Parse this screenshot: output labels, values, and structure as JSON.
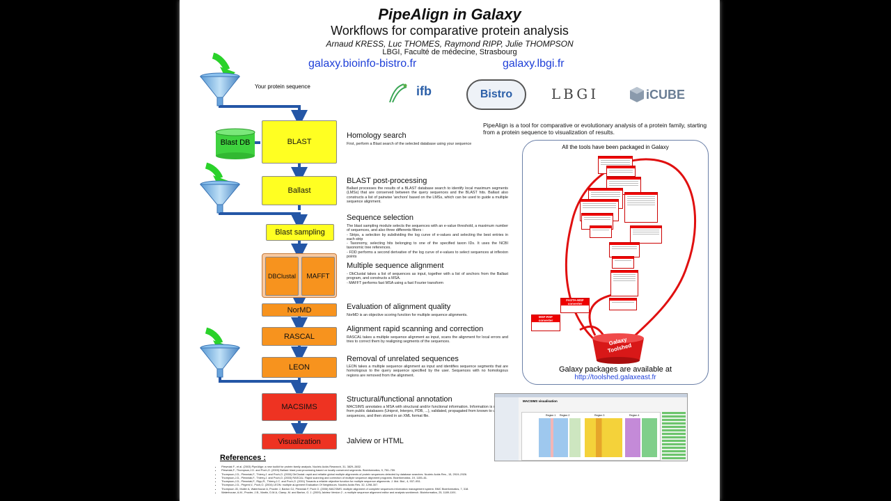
{
  "title": "PipeAlign in Galaxy",
  "subtitle": "Workflows for comparative protein analysis",
  "authors": "Arnaud KRESS, Luc THOMES, Raymond RIPP, Julie THOMPSON",
  "affiliation": "LBGI, Faculté de médecine, Strasbourg",
  "urls": [
    "galaxy.bioinfo-bistro.fr",
    "galaxy.lbgi.fr"
  ],
  "logos": [
    "ifb",
    "Bistro",
    "LBGI",
    "iCUBE"
  ],
  "input_label": "Your protein sequence",
  "intro": "PipeAlign is a tool for comparative or evolutionary analysis of a protein family, starting from a protein sequence to visualization of results.",
  "galaxy_panel": {
    "title": "All the tools have been packaged in Galaxy",
    "footer": "Galaxy packages are available at",
    "link": "http://toolshed.galaxeast.fr",
    "converters": [
      "FASTA-MSF converter",
      "MSF-RSF converter"
    ],
    "toolshed": "Galaxy Toolshed"
  },
  "db_label": "Blast DB",
  "steps": [
    {
      "box": "BLAST",
      "heading": "Homology search",
      "text": "First, perform a Blast search of the selected database using your sequence"
    },
    {
      "box": "Ballast",
      "heading": "BLAST post-processing",
      "text": "Ballast processes the results of a BLAST database search to identify local maximum segments (LMSs) that are conserved between the query sequences and the BLAST hits. Ballast also constructs a list of pairwise 'anchors' based on the LMSs, which can be used to guide a multiple sequence alignment."
    },
    {
      "box": "Blast sampling",
      "heading": "Sequence selection",
      "text_parts": [
        "The blast sampling module selects the sequences with an e-value threshold, a maximum number of sequences, and also three differents filters :",
        "- Strips, a selection by subdividing the log curve of e-values and selecting the best entries in each strip",
        "- Taxonomy, selecting hits belonging to one of the specified taxon IDs. It uses the NCBI taxonomic tree references.",
        "- FDD performs a second derivative of the log curve of e-values to select sequences at inflexion points"
      ]
    },
    {
      "box": "DBClustal",
      "box2": "MAFFT",
      "heading": "Multiple sequence alignment",
      "text_parts": [
        "- DbClustal takes a list of sequences as input, together with a list of anchors from the Ballast program, and constructs a MSA.",
        "- MAFFT performs fast MSA using a fast Fourier transform"
      ]
    },
    {
      "box": "NorMD",
      "heading": "Evaluation of alignment quality",
      "text": "NorMD is an objective scoring function for multiple sequence alignments."
    },
    {
      "box": "RASCAL",
      "heading": "Alignment rapid scanning and correction",
      "text": "RASCAL takes a multiple sequence alignment as input, scans the alignment for local errors and tries to correct them by realigning segments of the sequences."
    },
    {
      "box": "LEON",
      "heading": "Removal of unrelated sequences",
      "text": "LEON takes a multiple sequence alignment as input and identifies sequence segments that are homologous to the query sequence specified by the user. Sequences with no homologous regions are removed from the alignment."
    },
    {
      "box": "MACSIMS",
      "heading": "Structural/functional annotation",
      "text": "MACSIMS annotates a MSA with structural and/or functional information. Information is retrieved from public databases (Uniprot, Interpro, PDB, ...), validated, propagated from known to unknown sequences, and then stored in an XML format file."
    },
    {
      "box": "Visualization",
      "heading": "Jalview or HTML",
      "text": ""
    }
  ],
  "screenshot": {
    "title": "MACSIMS visualisation",
    "regions": [
      "Region 1",
      "Region 2",
      "Region 3",
      "Region 4"
    ]
  },
  "references_title": "References :",
  "references": [
    "Plewniak F., et al. (2003) PipeAlign: a new toolkit for protein family analysis. Nucleic Acids Research, 31, 3829–3832.",
    "Plewniak,F., Thompson,J.D. and Poch,O. (2000) Ballast: blast post-processing based on locally conserved segments. Bioinformatics, 9, 750–759.",
    "Thompson,J.D., Plewniak,F., Thierry,J. and Poch,O. (2000) DbClustal: rapid and reliable global multiple alignments of protein sequences detected by database searches. Nucleic Acids Res., 15, 2919–2926.",
    "Thompson,J.D., Plewniak,F., Thierry,J. and Poch,O. (2003) RASCAL: Rapid scanning and correction of multiple sequence alignment programs. Bioinformatics, 19, 1155–61.",
    "Thompson,J.D., Plewniak,F., Ripp,R., Thierry,J.C. and Poch,O. (2001) Towards a reliable objective function for multiple sequence alignments. J. Mol. Biol., 4, 937–951.",
    "Thompson,J.D., Prigent,V., Poch,O. (2004) LEON: multiple aLignment Evaluation Of Neighbours. Nucleic Acids Res. 32, 1298-307.",
    "Thompson JD, Muller A, Waterhouse A, Procter J, Barton GJ, Plewniak F, Poch O. (2006) MACSIMS: multiple alignment of complete sequences information management system. BMC Bioinformatics, 7, 318.",
    "Waterhouse, A.M., Procter, J.B., Martin, D.M.A, Clamp, M. and Barton, G. J. (2009) Jalview Version 2 - a multiple sequence alignment editor and analysis workbench. Bioinformatics, 25, 1189-1191."
  ]
}
